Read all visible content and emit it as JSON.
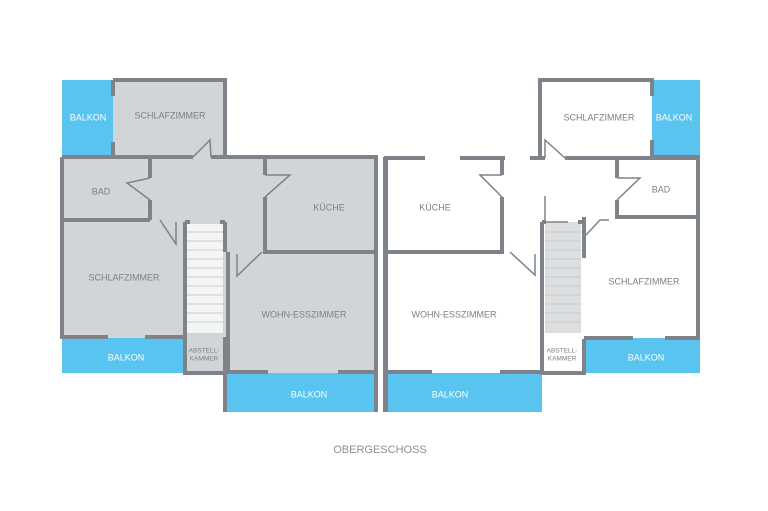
{
  "caption": "OBERGESCHOSS",
  "colors": {
    "balcony": "#58c4ef",
    "room_fill_left": "#d2d5d7",
    "room_fill_right": "#ffffff",
    "wall": "#7d8388",
    "text": "#7a8086"
  },
  "left_unit": {
    "balkon_top": "BALKON",
    "schlafzimmer_top": "SCHLAFZIMMER",
    "bad": "BAD",
    "kueche": "KÜCHE",
    "schlafzimmer": "SCHLAFZIMMER",
    "wohn_esszimmer": "WOHN-ESSZIMMER",
    "balkon_left": "BALKON",
    "abstell_1": "ABSTELL-",
    "abstell_2": "KAMMER",
    "balkon_bottom": "BALKON"
  },
  "right_unit": {
    "schlafzimmer_top": "SCHLAFZIMMER",
    "balkon_top": "BALKON",
    "kueche": "KÜCHE",
    "bad": "BAD",
    "schlafzimmer": "SCHLAFZIMMER",
    "wohn_esszimmer": "WOHN-ESSZIMMER",
    "abstell_1": "ABSTELL-",
    "abstell_2": "KAMMER",
    "balkon_right": "BALKON",
    "balkon_bottom": "BALKON"
  }
}
